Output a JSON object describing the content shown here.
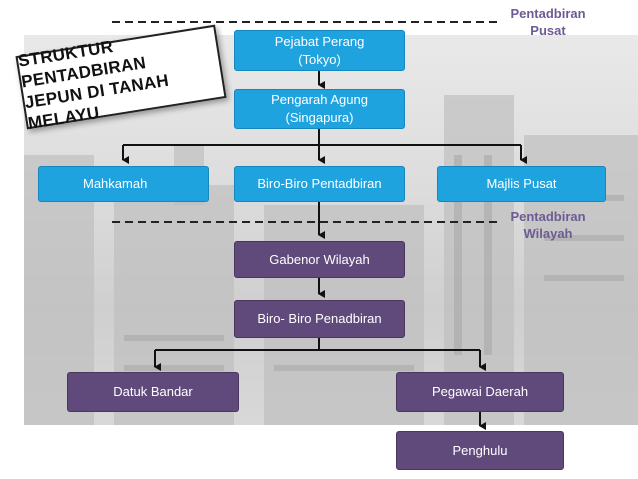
{
  "title": {
    "line1": "STRUKTUR PENTADBIRAN",
    "line2": "JEPUN DI TANAH MELAYU"
  },
  "labels": {
    "pusat": [
      "Pentadbiran",
      "Pusat"
    ],
    "wilayah": [
      "Pentadbiran",
      "Wilayah"
    ]
  },
  "nodes": {
    "pejabat_perang": [
      "Pejabat Perang",
      "(Tokyo)"
    ],
    "pengarah_agung": [
      "Pengarah Agung",
      "(Singapura)"
    ],
    "mahkamah": "Mahkamah",
    "biro_pentadbiran": "Biro-Biro Pentadbiran",
    "majlis_pusat": "Majlis Pusat",
    "gabenor_wilayah": "Gabenor Wilayah",
    "biro_penadbiran": "Biro- Biro Penadbiran",
    "datuk_bandar": "Datuk Bandar",
    "pegawai_daerah": "Pegawai Daerah",
    "penghulu": "Penghulu"
  },
  "colors": {
    "pusat_box": "#1fa3df",
    "wilayah_box": "#604a7b",
    "label": "#6d5b94"
  }
}
